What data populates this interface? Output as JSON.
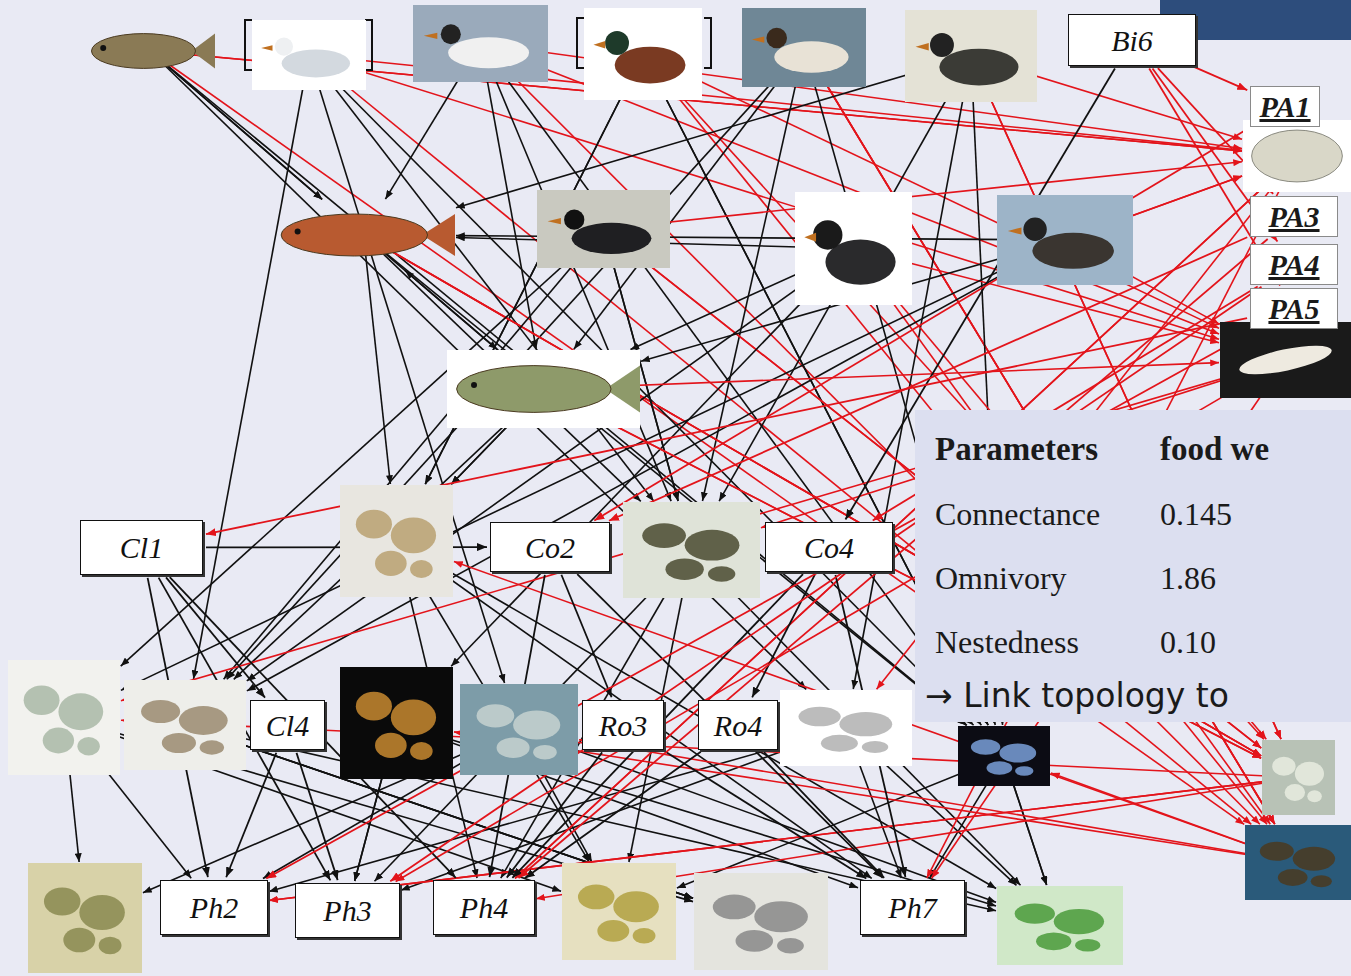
{
  "diagram": {
    "nodes": [
      {
        "text": [
          "Bi6"
        ]
      },
      {
        "text": [
          "PA1"
        ]
      },
      {
        "text": [
          "PA3"
        ]
      },
      {
        "text": [
          "PA4"
        ]
      },
      {
        "text": [
          "PA5"
        ]
      },
      {
        "text": [
          "Cl1"
        ]
      },
      {
        "text": [
          "Co2"
        ]
      },
      {
        "text": [
          "Co4"
        ]
      },
      {
        "text": [
          "Cl4"
        ]
      },
      {
        "text": [
          "Ro3"
        ]
      },
      {
        "text": [
          "Ro4"
        ]
      },
      {
        "text": [
          "Ph2"
        ]
      },
      {
        "text": [
          "Ph3"
        ]
      },
      {
        "text": [
          "Ph4"
        ]
      },
      {
        "text": [
          "Ph7"
        ]
      }
    ],
    "edges": [
      {
        "from": 0,
        "to": 1,
        "arrow": "to"
      },
      {
        "from": 0,
        "to": 2,
        "arrow": "to"
      },
      {
        "from": 0,
        "to": 3,
        "arrow": "to"
      },
      {
        "from": 0,
        "to": 4,
        "arrow": "to"
      },
      {
        "from": 0,
        "to": 7,
        "arrow": "to"
      },
      {
        "from": 1,
        "to": 6,
        "arrow": "to"
      },
      {
        "from": 2,
        "to": 6,
        "arrow": "to"
      },
      {
        "from": 3,
        "to": 7,
        "arrow": "to"
      },
      {
        "from": 4,
        "to": 5,
        "arrow": "to"
      },
      {
        "from": 5,
        "to": 6,
        "arrow": "to"
      },
      {
        "from": 5,
        "to": 8,
        "arrow": "to"
      },
      {
        "from": 5,
        "to": 11,
        "arrow": "to"
      },
      {
        "from": 5,
        "to": 12,
        "arrow": "to"
      },
      {
        "from": 5,
        "to": 13,
        "arrow": "to"
      },
      {
        "from": 6,
        "to": 9,
        "arrow": "to"
      },
      {
        "from": 6,
        "to": 13,
        "arrow": "to"
      },
      {
        "from": 6,
        "to": 14,
        "arrow": "to"
      },
      {
        "from": 7,
        "to": 10,
        "arrow": "to"
      },
      {
        "from": 7,
        "to": 13,
        "arrow": "to"
      },
      {
        "from": 7,
        "to": 14,
        "arrow": "to"
      },
      {
        "from": 8,
        "to": 11,
        "arrow": "to"
      },
      {
        "from": 8,
        "to": 12,
        "arrow": "to"
      },
      {
        "from": 9,
        "to": 13,
        "arrow": "to"
      },
      {
        "from": 9,
        "to": 14,
        "arrow": "to"
      },
      {
        "from": 10,
        "to": 13,
        "arrow": "to"
      },
      {
        "from": 10,
        "to": 14,
        "arrow": "to"
      },
      {
        "from": 4,
        "to": 11,
        "arrow": "to"
      },
      {
        "from": 3,
        "to": 12,
        "arrow": "to"
      },
      {
        "from": 2,
        "to": 13,
        "arrow": "to"
      }
    ],
    "labels": [
      "Parameters",
      "food we",
      "Connectance",
      "0.145",
      "Omnivory",
      "1.86",
      "Nestedness",
      "0.10",
      "→ Link topology to"
    ]
  }
}
